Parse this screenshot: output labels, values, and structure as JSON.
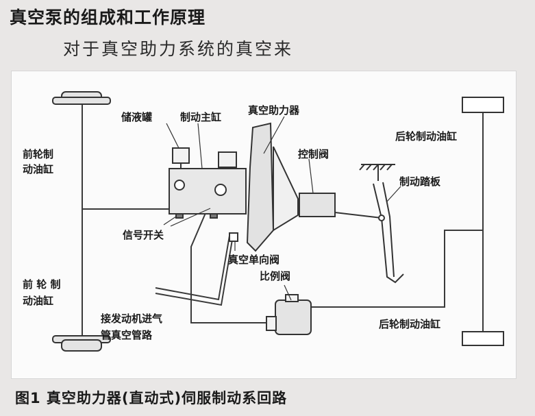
{
  "header": {
    "title": "真空泵的组成和工作原理",
    "subtitle": "对于真空助力系统的真空来"
  },
  "diagram": {
    "labels": {
      "front_cyl_top_1": "前轮制",
      "front_cyl_top_2": "动油缸",
      "front_cyl_bottom_1": "前 轮 制",
      "front_cyl_bottom_2": "动油缸",
      "reservoir": "储液罐",
      "master_cylinder": "制动主缸",
      "booster": "真空助力器",
      "control_valve": "控制阀",
      "rear_cyl_top": "后轮制动油缸",
      "brake_pedal": "制动踏板",
      "signal_switch": "信号开关",
      "check_valve": "真空单向阀",
      "proportion_valve": "比例阀",
      "engine_pipe_1": "接发动机进气",
      "engine_pipe_2": "管真空管路",
      "rear_cyl_bottom": "后轮制动油缸"
    }
  },
  "caption": "图1  真空助力器(直动式)伺服制动系回路",
  "colors": {
    "line": "#3a3a3a",
    "part_fill": "#eeeeee",
    "background": "#e9e7e6"
  }
}
